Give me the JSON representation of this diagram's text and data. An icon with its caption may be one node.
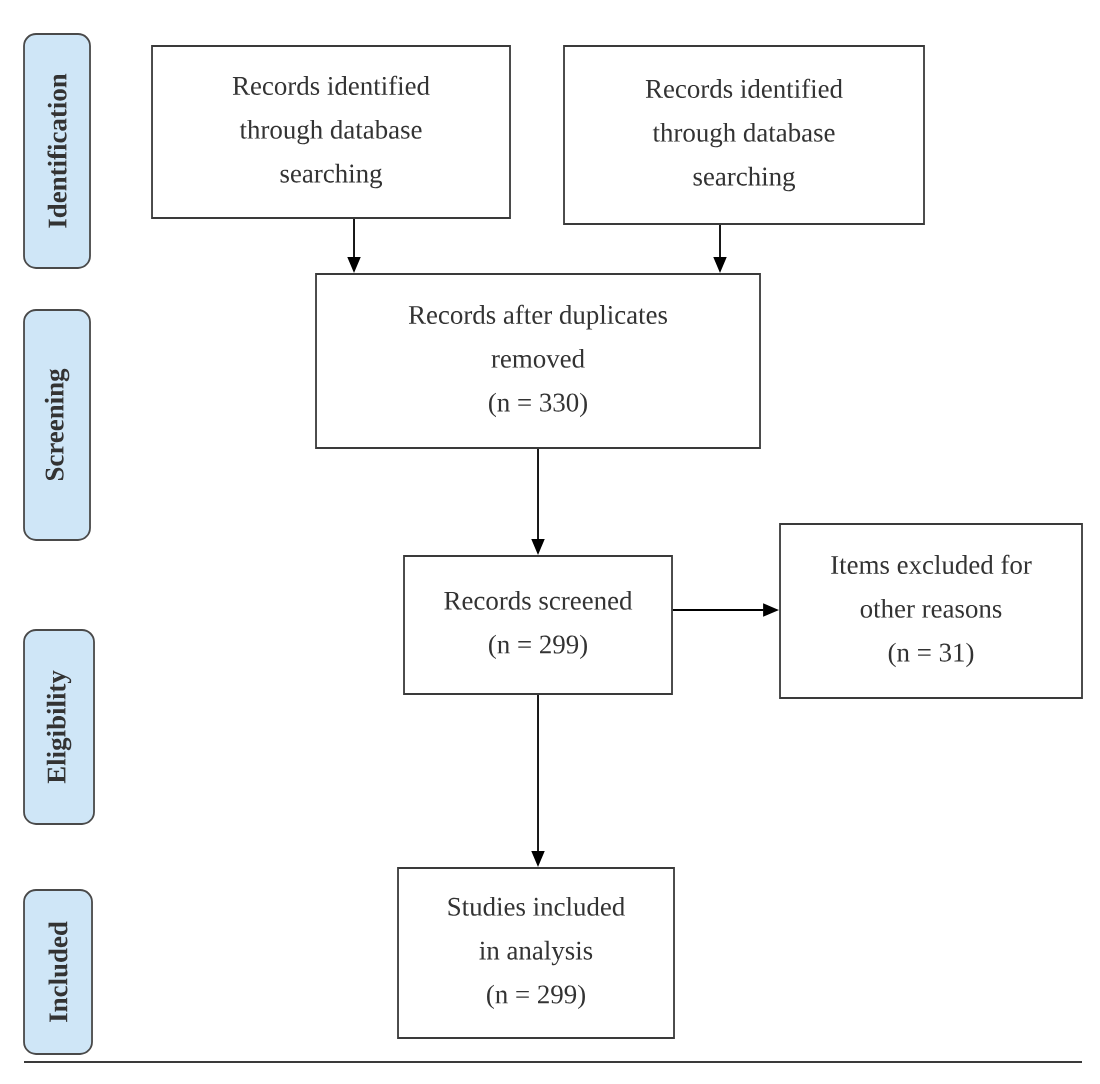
{
  "diagram": {
    "nodes": [
      {
        "text": [
          "Identification"
        ]
      },
      {
        "text": [
          "Screening"
        ]
      },
      {
        "text": [
          "Eligibility"
        ]
      },
      {
        "text": [
          "Included"
        ]
      },
      {
        "text": [
          "Records identified through database searching"
        ]
      },
      {
        "text": [
          "Records identified through database searching"
        ]
      },
      {
        "text": [
          "Records after duplicates removed",
          "(n = 330)"
        ]
      },
      {
        "text": [
          "Records screened",
          "(n = 299)"
        ]
      },
      {
        "text": [
          "Items excluded for other reasons",
          "(n = 31)"
        ]
      },
      {
        "text": [
          "Studies included in analysis",
          "(n = 299)"
        ]
      }
    ],
    "edges": [
      {
        "from": 4,
        "to": 6,
        "arrow": "to"
      },
      {
        "from": 5,
        "to": 6,
        "arrow": "to"
      },
      {
        "from": 6,
        "to": 7,
        "arrow": "to"
      },
      {
        "from": 7,
        "to": 8,
        "arrow": "to"
      },
      {
        "from": 7,
        "to": 9,
        "arrow": "to"
      }
    ]
  }
}
